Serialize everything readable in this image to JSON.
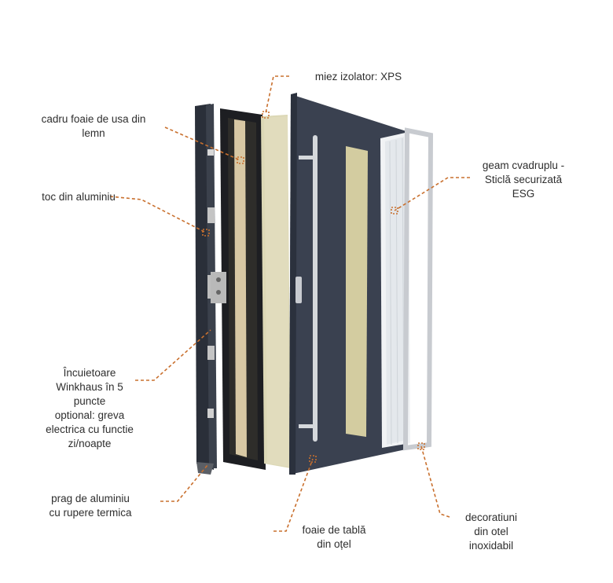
{
  "labels": {
    "xps": "miez izolator: XPS",
    "cadru": "cadru foaie de usa din\nlemn",
    "toc": "toc din aluminiu",
    "geam": "geam cvadruplu -\nSticlă securizată\nESG",
    "incuietoare": "Încuietoare\nWinkhaus în 5\npuncte\noptional: greva\nelectrica cu functie\nzi/noapte",
    "prag": "prag de aluminiu\ncu rupere termica",
    "foaie": "foaie de tablă\ndin oțel",
    "decoratiuni": "decoratiuni\ndin otel\ninoxidabil"
  },
  "colors": {
    "leader": "#c9702e",
    "door_panel": "#3a4150",
    "insulation": "#dcd8b6",
    "frame": "#2c313b",
    "steel": "#c8cbd0"
  }
}
